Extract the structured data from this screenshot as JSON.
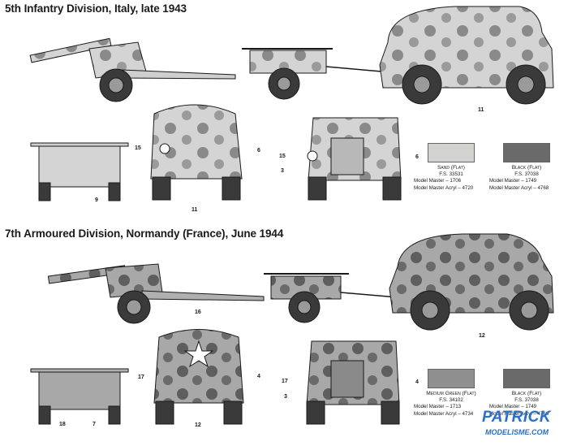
{
  "sections": [
    {
      "title": "5th Infantry Division, Italy, late 1943",
      "callouts": [
        "11",
        "15",
        "6",
        "11",
        "15",
        "3",
        "6",
        "9"
      ],
      "swatches": [
        {
          "name": "Sand (Flat)",
          "fs": "F.S. 33531",
          "mm": "Model Master – 1706",
          "acryl": "Model Master Acryl – 4720",
          "color": "#d2d2cf"
        },
        {
          "name": "Black (Flat)",
          "fs": "F.S. 37038",
          "mm": "Model Master – 1749",
          "acryl": "Model Master Acryl – 4768",
          "color": "#6a6a6a"
        }
      ]
    },
    {
      "title": "7th Armoured Division, Normandy (France), June 1944",
      "callouts": [
        "12",
        "16",
        "17",
        "4",
        "12",
        "17",
        "3",
        "4",
        "18",
        "7"
      ],
      "swatches": [
        {
          "name": "Medium Green (Flat)",
          "fs": "F.S. 34102",
          "mm": "Model Master – 1713",
          "acryl": "Model Master Acryl – 4734",
          "color": "#8f8f8f"
        },
        {
          "name": "Black (Flat)",
          "fs": "F.S. 37038",
          "mm": "Model Master – 1749",
          "acryl": "Model Master Acryl – 4768",
          "color": "#6a6a6a"
        }
      ]
    }
  ],
  "logo": {
    "main": "PATRICK",
    "sub": "MODELISME.COM"
  },
  "colors": {
    "line": "#1a1a1a",
    "camo_light": "#cfcfcf",
    "camo_dark": "#7a7a7a",
    "tyre": "#3a3a3a",
    "brand": "#2a6fc9"
  }
}
